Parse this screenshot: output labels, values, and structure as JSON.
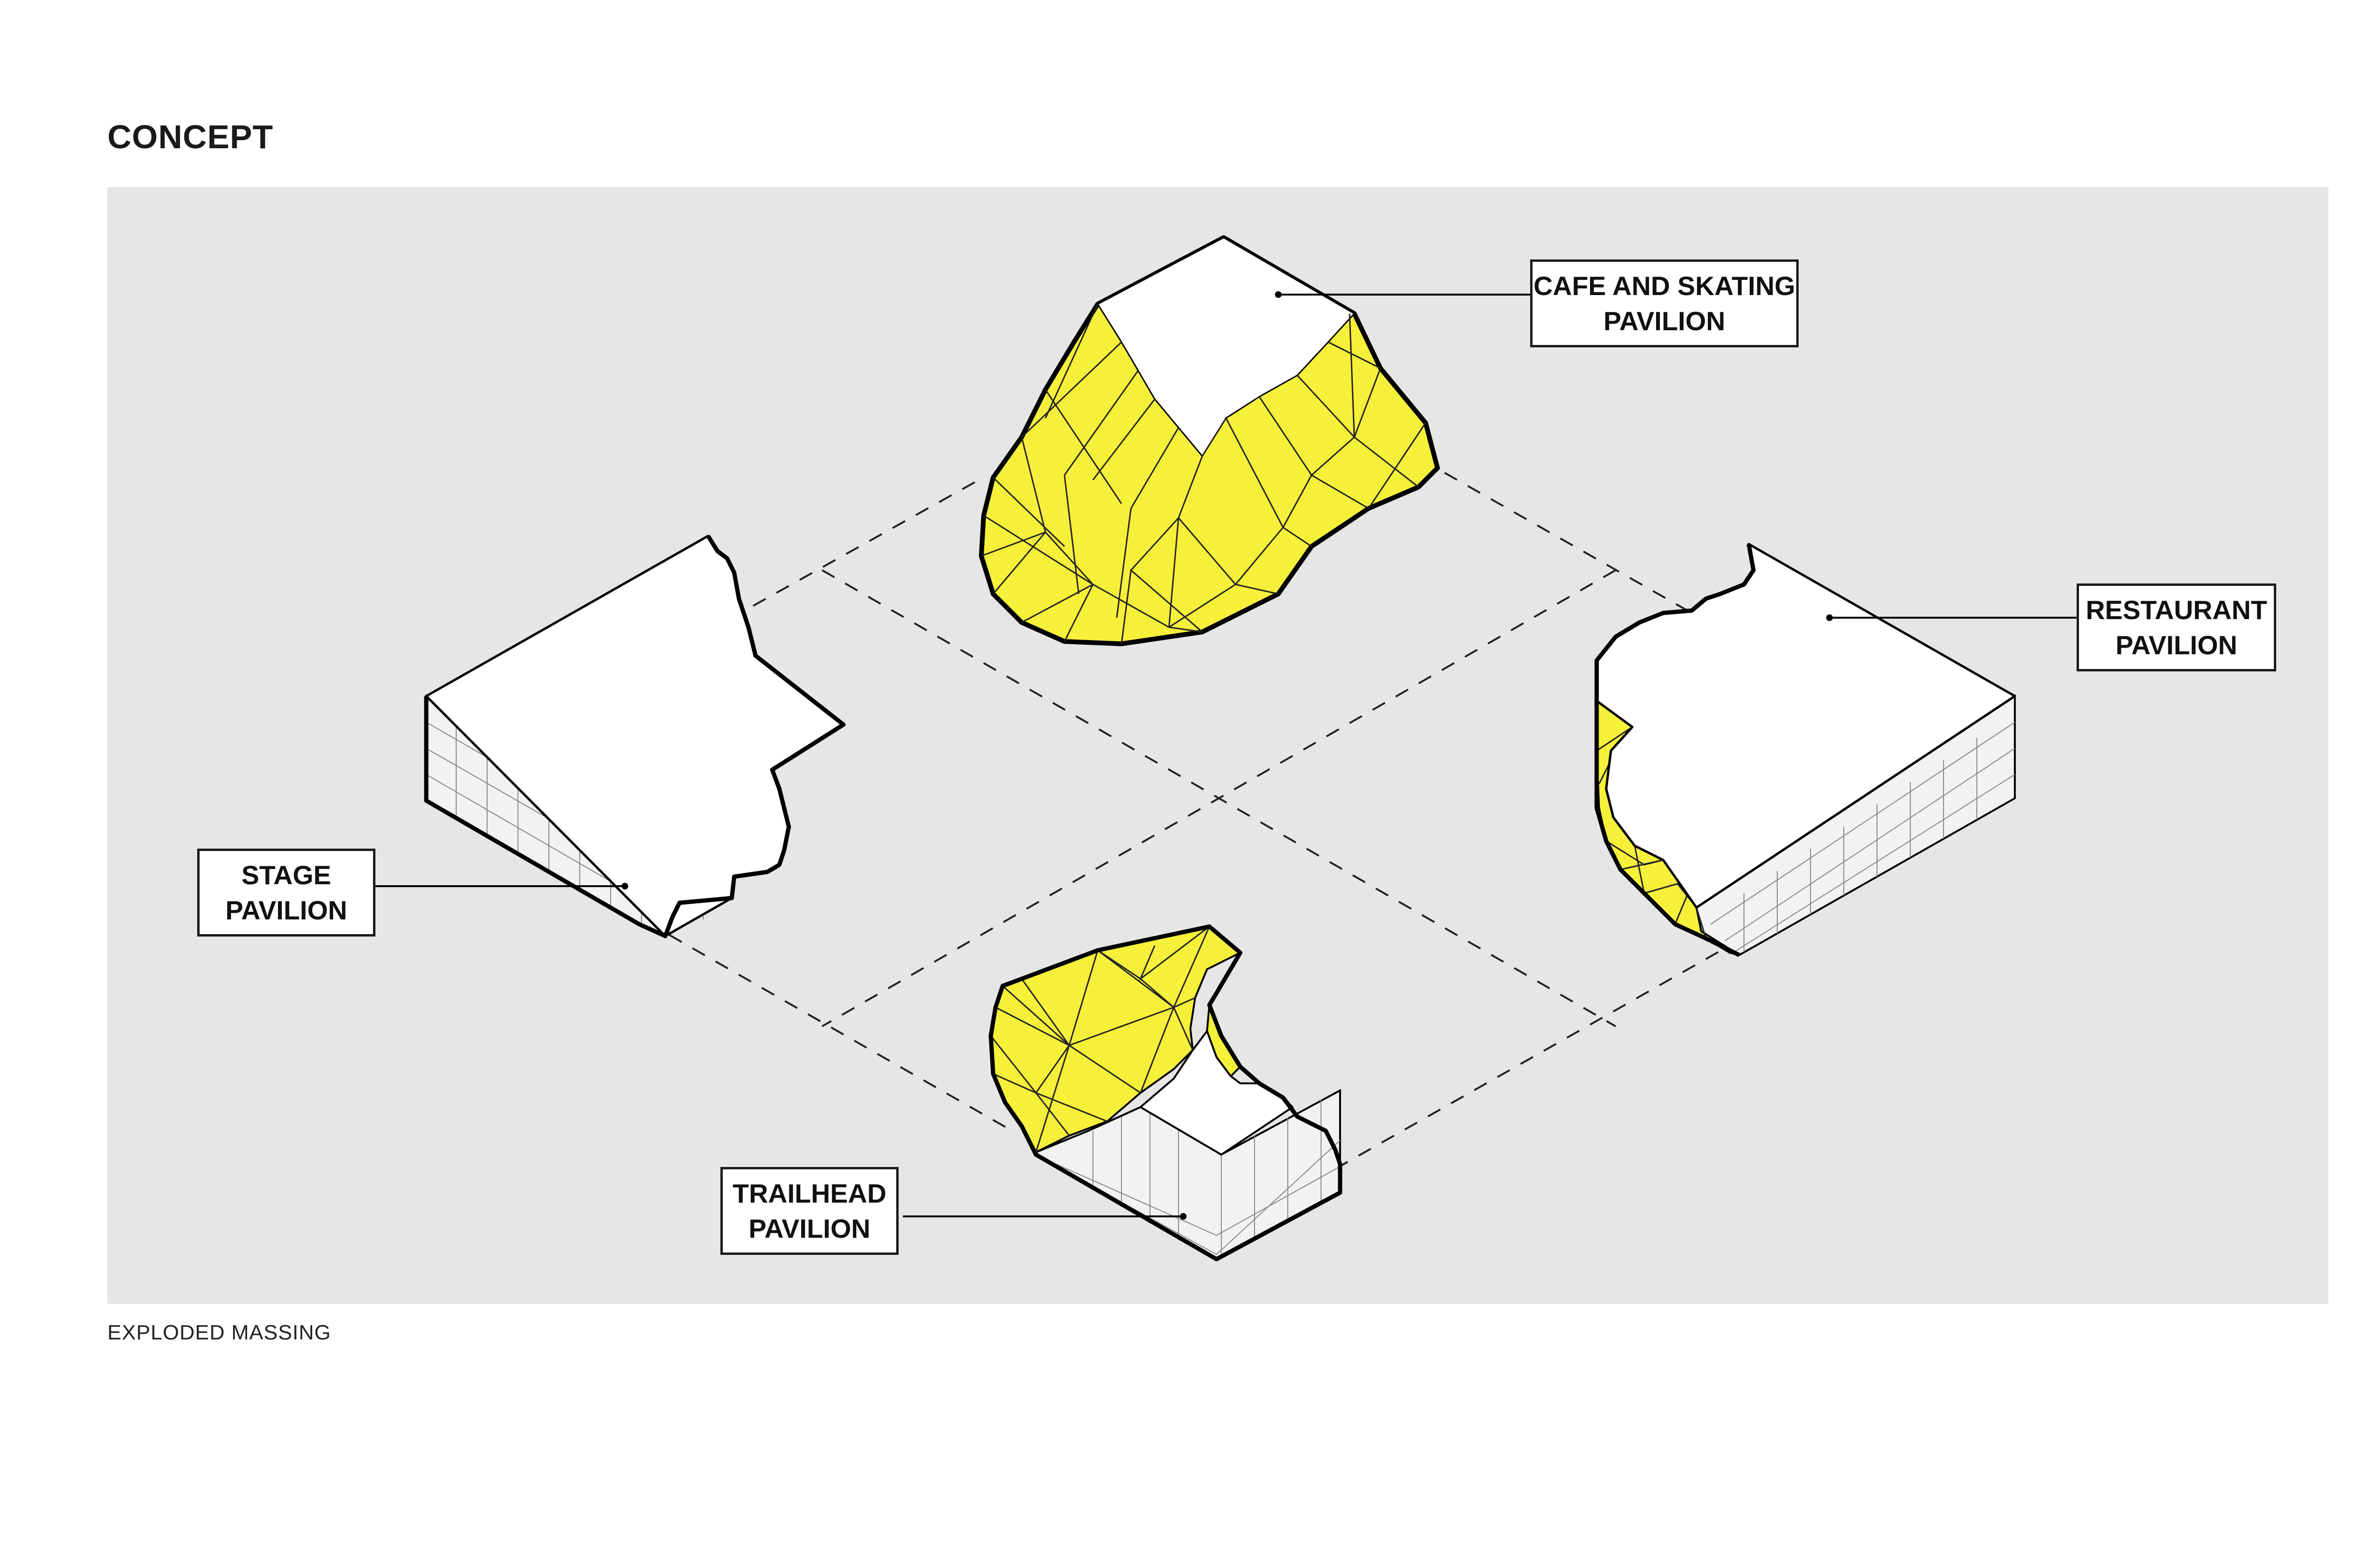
{
  "page": {
    "title": "CONCEPT",
    "caption": "EXPLODED MASSING"
  },
  "colors": {
    "panel_background": "#e6e6e6",
    "accent_yellow": "#f5f03a",
    "outline": "#000000",
    "grid_face": "#f2f2f2"
  },
  "labels": {
    "cafe": {
      "line1": "CAFE AND SKATING",
      "line2": "PAVILION"
    },
    "restaurant": {
      "line1": "RESTAURANT",
      "line2": "PAVILION"
    },
    "stage": {
      "line1": "STAGE",
      "line2": "PAVILION"
    },
    "trailhead": {
      "line1": "TRAILHEAD",
      "line2": "PAVILION"
    }
  }
}
